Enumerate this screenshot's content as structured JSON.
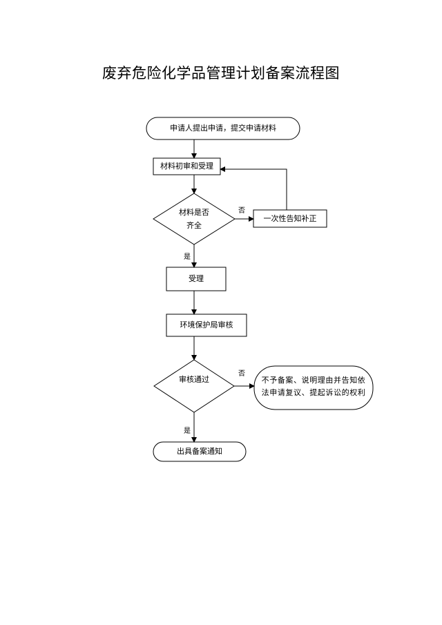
{
  "title": "废弃危险化学品管理计划备案流程图",
  "nodes": {
    "start": "申请人提出申请，提交申请材料",
    "review": "材料初审和受理",
    "complete_q_line1": "材料是否",
    "complete_q_line2": "齐全",
    "notify_once": "一次性告知补正",
    "accept": "受理",
    "epb_review": "环境保护局审核",
    "pass_q": "审核通过",
    "reject_line1": "不予备案、说明理由并告知依",
    "reject_line2": "法申请复议、提起诉讼的权利",
    "end": "出具备案通知"
  },
  "labels": {
    "no1": "否",
    "yes1": "是",
    "no2": "否",
    "yes2": "是"
  }
}
